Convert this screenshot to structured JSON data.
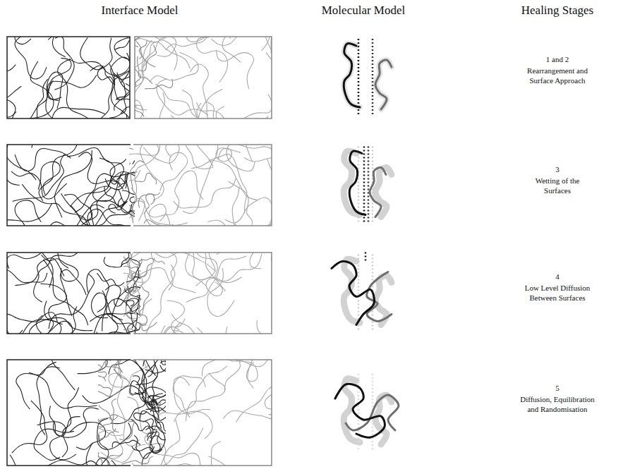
{
  "diagram": {
    "labels": [
      "Interface Model",
      "Molecular Model",
      "Healing Stages",
      "1 and 2",
      "Rearrangement and Surface Approach",
      "3",
      "Wetting of the Surfaces",
      "4",
      "Low Level Diffusion Between Surfaces",
      "5",
      "Diffusion, Equilibration and Randomisation"
    ]
  }
}
